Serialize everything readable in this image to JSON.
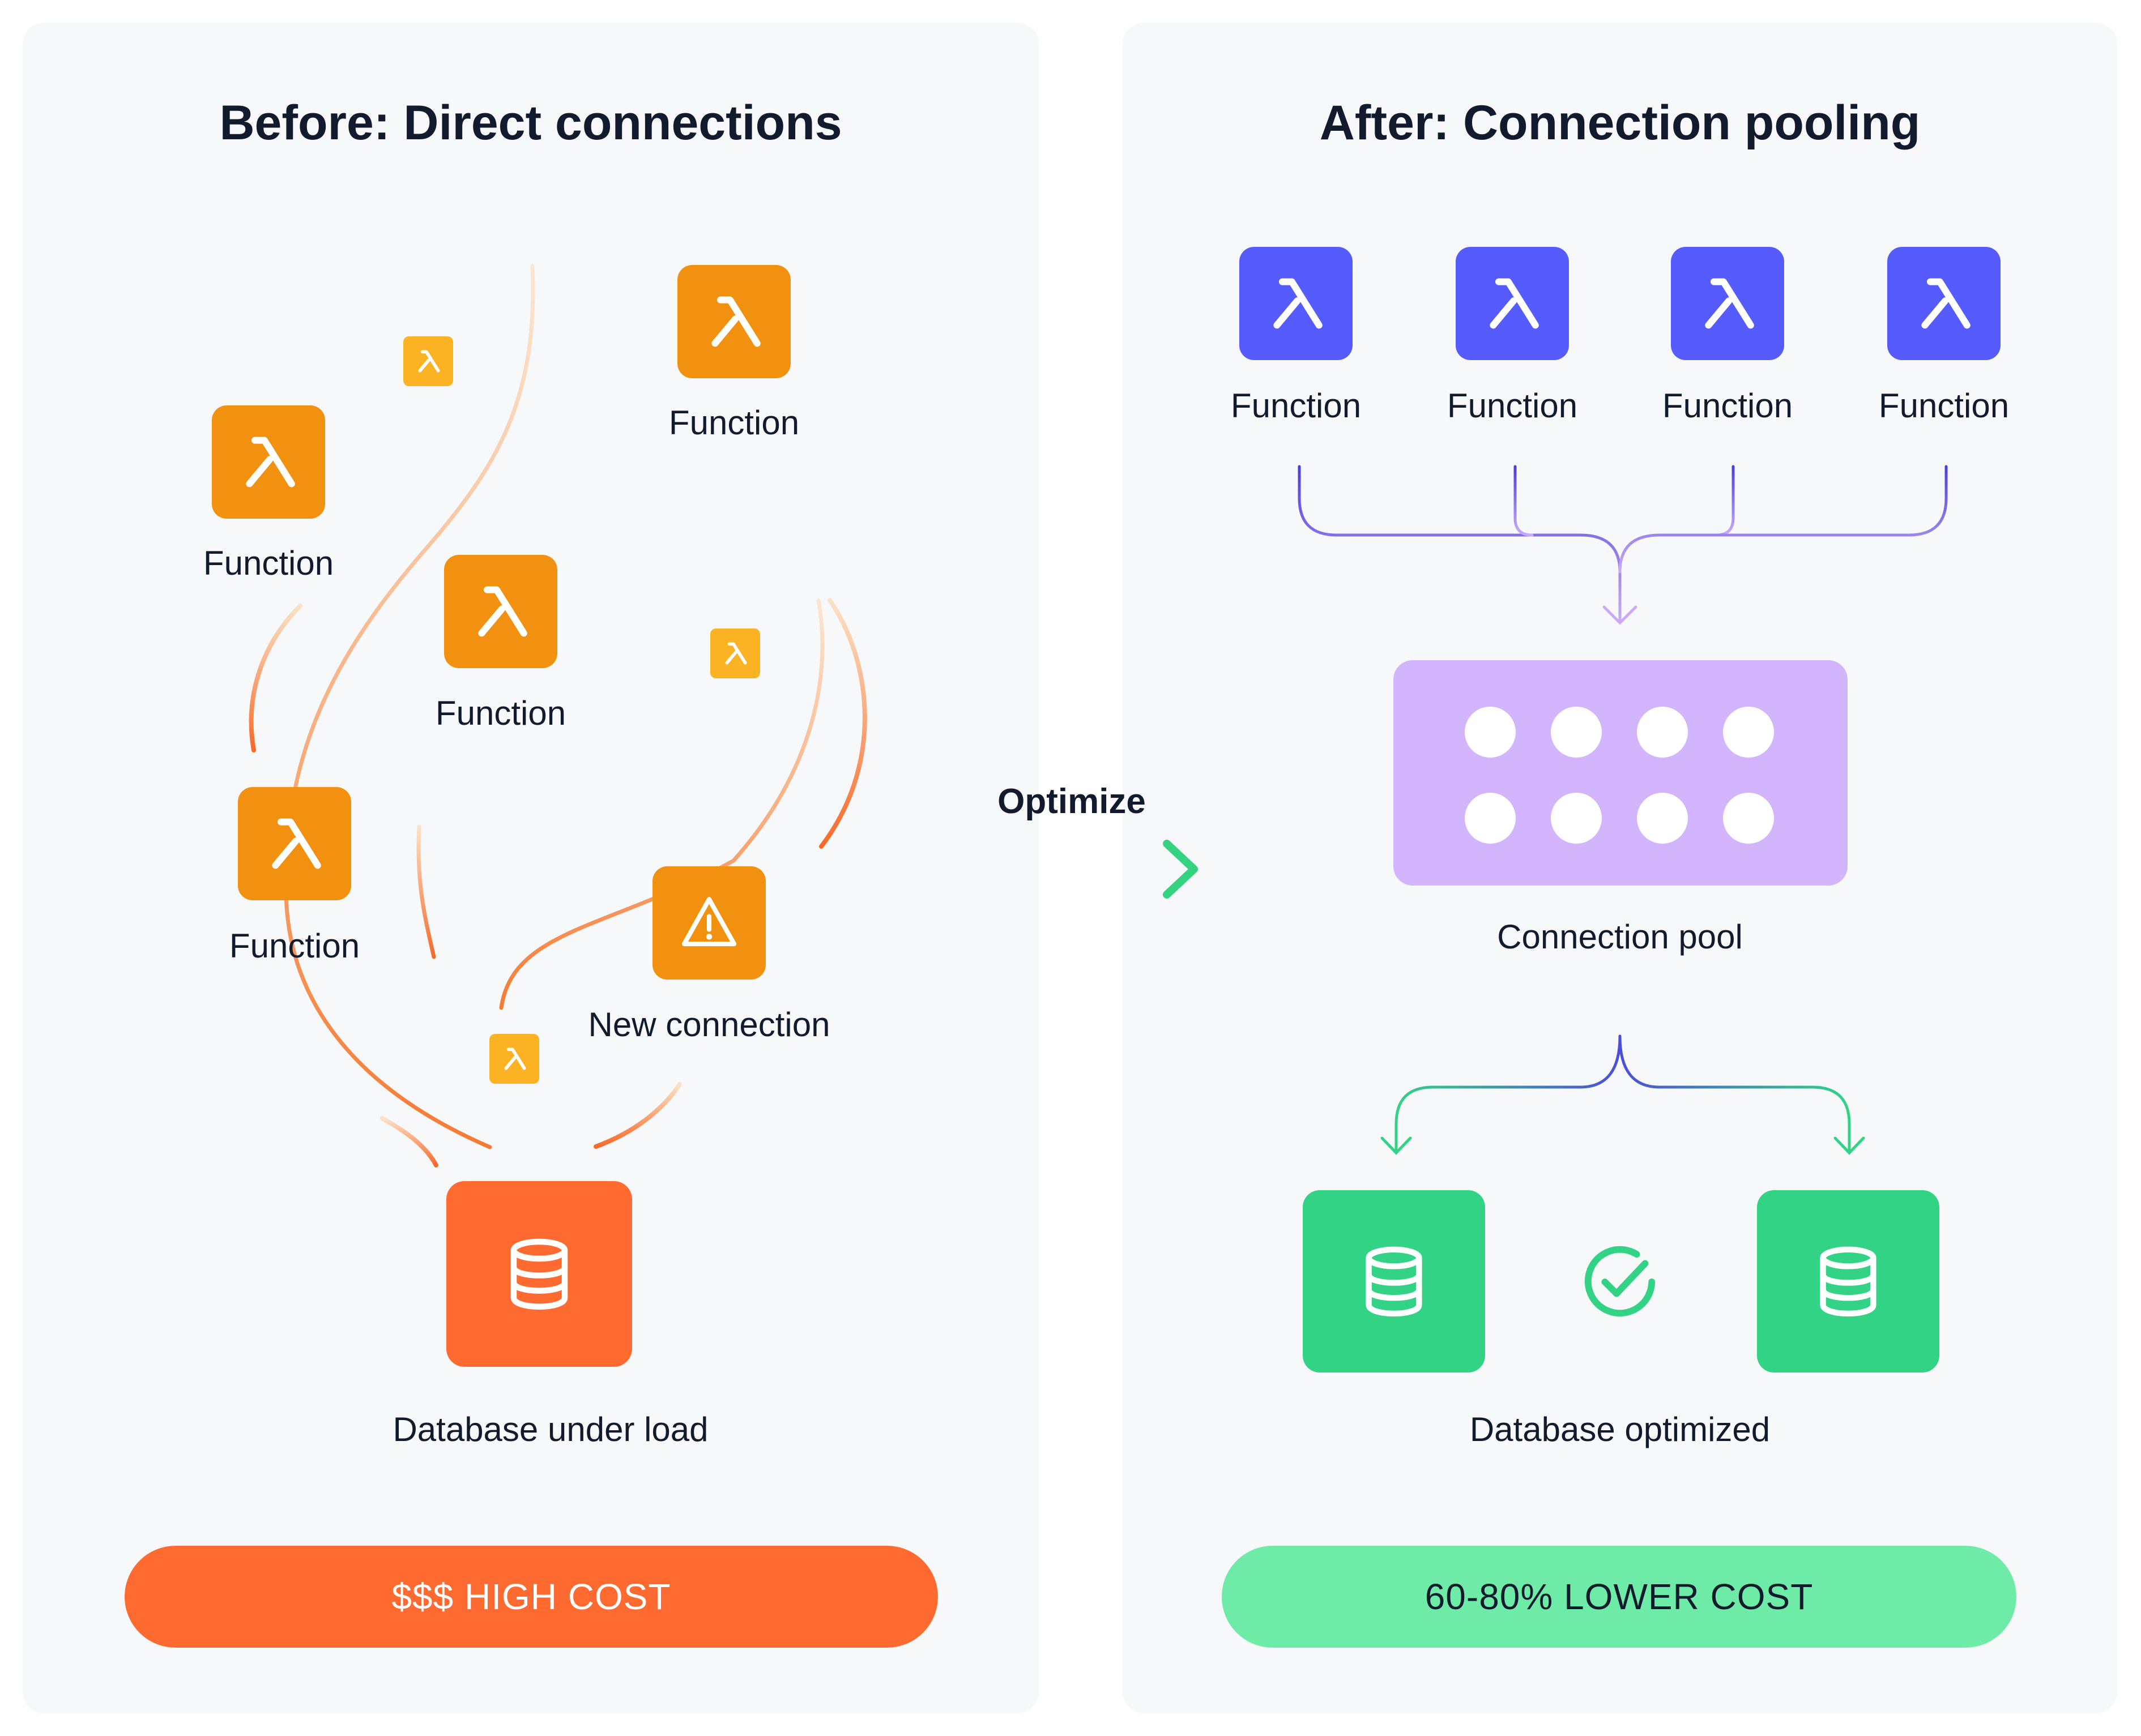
{
  "before": {
    "title": "Before: Direct connections",
    "function_label": "Function",
    "new_connection_label": "New connection",
    "database_label": "Database under load",
    "cost_label": "$$$  HIGH COST"
  },
  "optimize_label": "Optimize",
  "after": {
    "title": "After: Connection pooling",
    "function_label": "Function",
    "pool_label": "Connection pool",
    "database_label": "Database optimized",
    "cost_label": "60-80% LOWER COST"
  },
  "colors": {
    "panel_bg": "#f7f8f9",
    "lambda_orange": "#f29110",
    "lambda_small": "#fbb324",
    "lambda_blue": "#565bfd",
    "db_orange": "#ff6a30",
    "db_green": "#33d386",
    "pool_purple": "#d2b5fd",
    "high_cost": "#ff6a30",
    "low_cost": "#6eeba7",
    "text": "#121a2e"
  },
  "icons": [
    "lambda-icon",
    "warning-icon",
    "database-icon",
    "check-circle-icon",
    "arrow-right-icon"
  ]
}
